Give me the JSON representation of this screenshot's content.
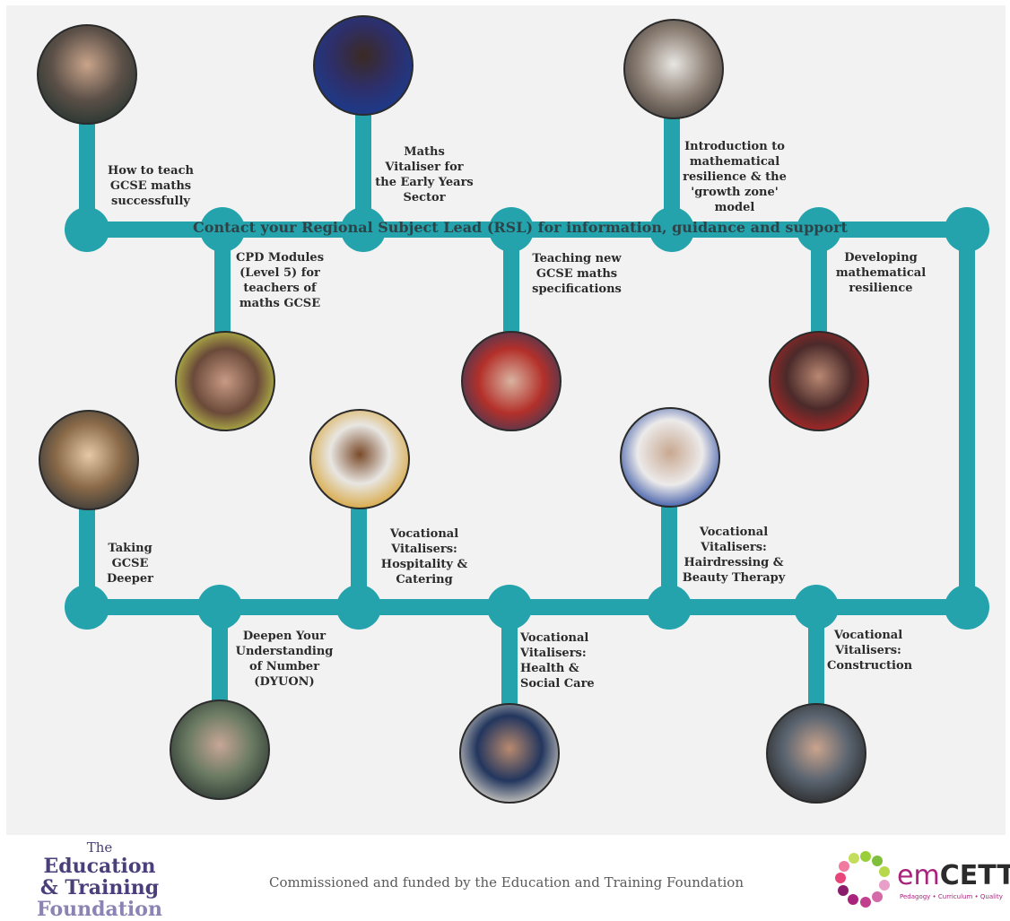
{
  "banner": "Contact your Regional Subject Lead (RSL) for information, guidance and support",
  "nodes": [
    {
      "label": "How to teach GCSE maths successfully",
      "photo": "photo-teacher-smiling"
    },
    {
      "label": "Maths Vitaliser for the Early Years Sector",
      "photo": "photo-early-years-teacher"
    },
    {
      "label": "Introduction to mathematical resilience & the 'growth zone' model",
      "photo": "photo-two-learners"
    },
    {
      "label": "CPD Modules (Level 5) for teachers of maths GCSE",
      "photo": "photo-group-studying"
    },
    {
      "label": "Teaching new GCSE maths specifications",
      "photo": "photo-teacher-and-student"
    },
    {
      "label": "Developing mathematical resilience",
      "photo": "photo-learner-reading"
    },
    {
      "label": "Taking GCSE Deeper",
      "photo": "photo-two-women-talking"
    },
    {
      "label": "Vocational Vitalisers: Hospitality & Catering",
      "photo": "photo-chef"
    },
    {
      "label": "Vocational Vitalisers: Hairdressing & Beauty Therapy",
      "photo": "photo-beauty-therapist"
    },
    {
      "label": "Deepen Your Understanding of Number (DYUON)",
      "photo": "photo-learner-at-desk"
    },
    {
      "label": "Vocational Vitalisers: Health & Social Care",
      "photo": "photo-nurse"
    },
    {
      "label": "Vocational Vitalisers: Construction",
      "photo": "photo-construction-trainees"
    }
  ],
  "footer": {
    "org_the": "The",
    "org_line1": "Education",
    "org_line2": "& Training",
    "org_line3": "Foundation",
    "commissioned": "Commissioned and funded by the Education and Training Foundation",
    "partner_em": "em",
    "partner_cett": "CETT",
    "partner_tagline": "Pedagogy • Curriculum • Quality"
  },
  "colors": {
    "track": "#24a3ad",
    "photo_ring": "#2b2b2b",
    "label_text": "#2b2b2b",
    "panel": "#f2f2f2"
  }
}
